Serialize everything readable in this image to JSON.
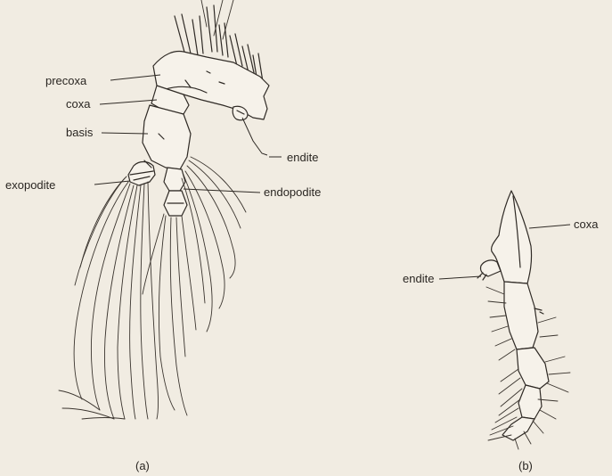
{
  "figure_a": {
    "labels": {
      "precoxa": "precoxa",
      "coxa": "coxa",
      "basis": "basis",
      "exopodite": "exopodite",
      "endite": "endite",
      "endopodite": "endopodite"
    },
    "caption": "(a)"
  },
  "figure_b": {
    "labels": {
      "coxa": "coxa",
      "endite": "endite"
    },
    "caption": "(b)"
  },
  "colors": {
    "background": "#f1ece2",
    "ink": "#2f2a25"
  }
}
